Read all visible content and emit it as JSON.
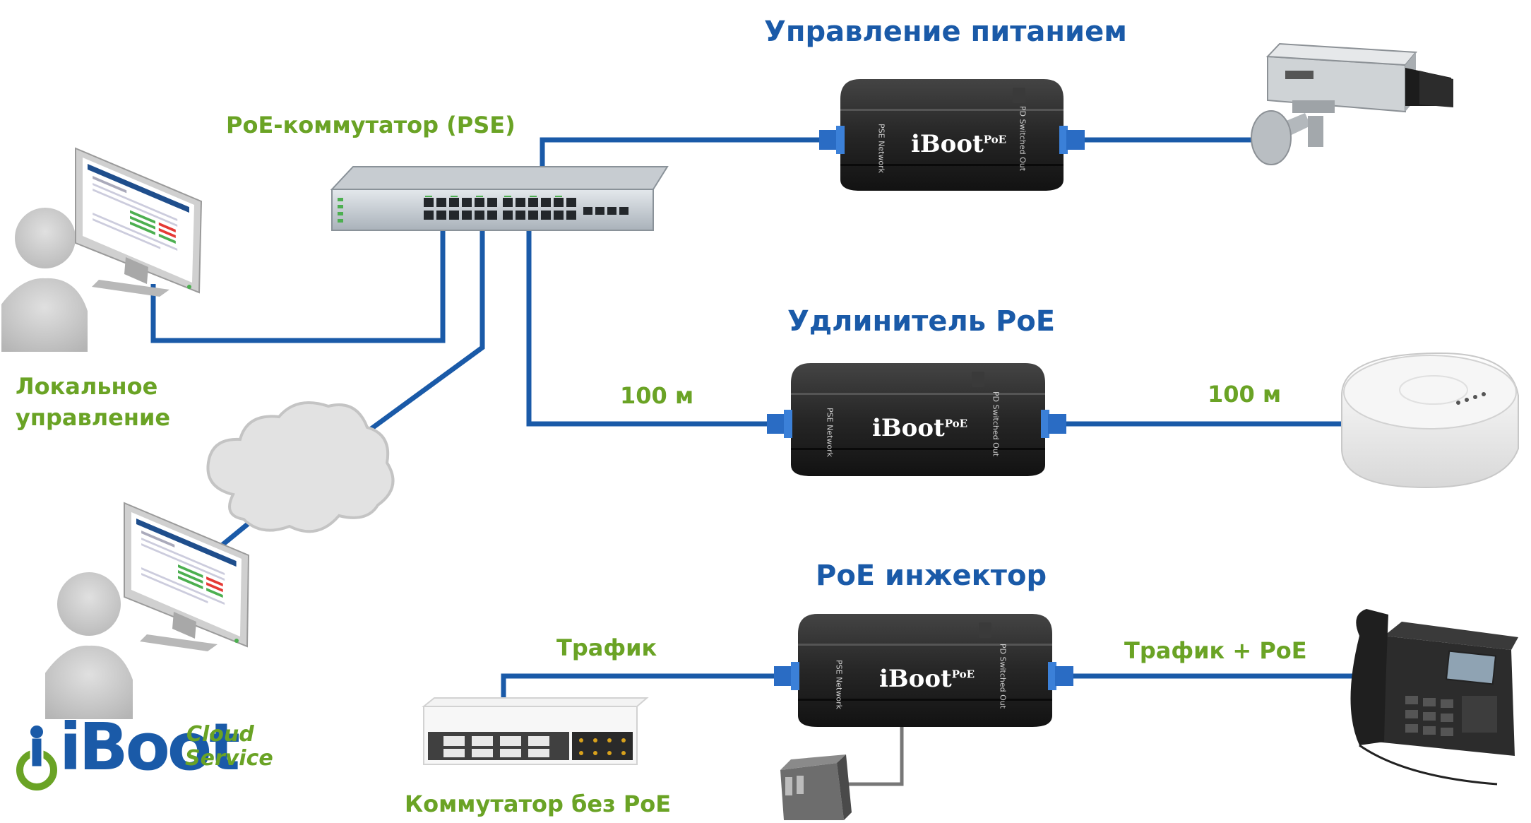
{
  "titles": {
    "power_management": "Управление питанием",
    "extender": "Удлинитель PoE",
    "injector": "PoE инжектор"
  },
  "labels": {
    "pse_switch": "PoE-коммутатор (PSE)",
    "local_management": "Локальное управление",
    "distance_left": "100 м",
    "distance_right": "100 м",
    "traffic": "Трафик",
    "traffic_poe": "Трафик + PoE",
    "non_poe_switch": "Коммутатор без PoE"
  },
  "device": {
    "brand": "iBoot",
    "sup": "PoE",
    "port_in": "PSE Network",
    "port_out": "PD Switched Out"
  },
  "logo": {
    "brand": "iBoot",
    "line1": "Cloud",
    "line2": "Service"
  },
  "colors": {
    "cable": "#1a5aa8",
    "title": "#1a5aa8",
    "green": "#6aa325",
    "device": "#242424",
    "power_cord": "#777777"
  },
  "icons": {
    "user": "person-silhouette-icon",
    "monitor": "monitor-icon",
    "cloud": "cloud-icon",
    "camera": "security-camera-icon",
    "access_point": "wireless-access-point-icon",
    "phone": "ip-phone-icon",
    "power_adapter": "power-adapter-icon"
  }
}
